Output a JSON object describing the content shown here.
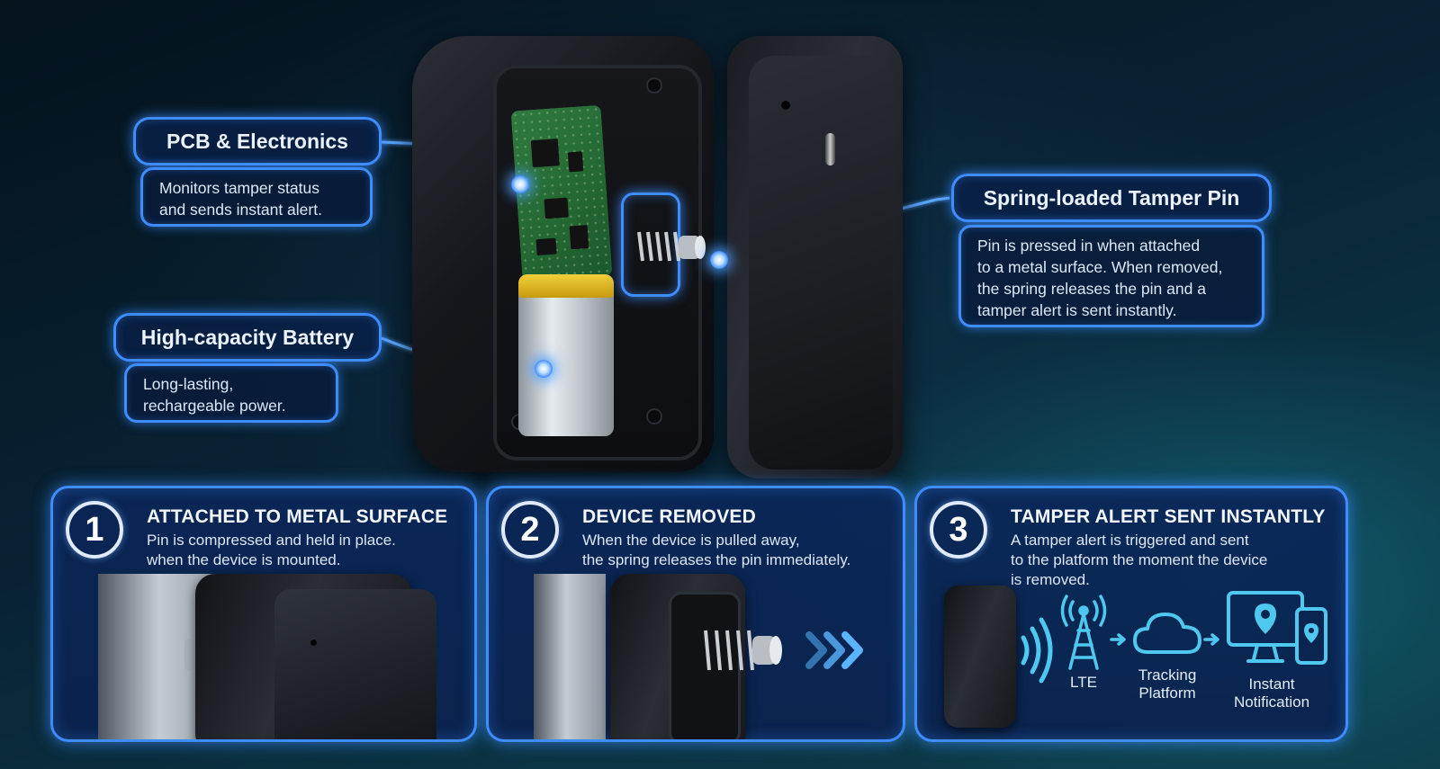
{
  "callouts": {
    "pcb": {
      "title": "PCB & Electronics",
      "description": [
        "Monitors tamper status",
        "and sends instant alert."
      ]
    },
    "battery": {
      "title": "High-capacity Battery",
      "description": [
        "Long-lasting,",
        "rechargeable power."
      ]
    },
    "tamper_pin": {
      "title": "Spring-loaded Tamper Pin",
      "description": [
        "Pin is pressed in when attached",
        "to a metal surface. When removed,",
        "the spring releases the pin and a",
        "tamper alert is sent instantly."
      ]
    }
  },
  "steps": [
    {
      "number": "1",
      "title": "ATTACHED TO METAL SURFACE",
      "description": [
        "Pin is compressed and held in place.",
        "when the device is mounted."
      ]
    },
    {
      "number": "2",
      "title": "DEVICE REMOVED",
      "description": [
        "When the device is pulled away,",
        "the spring releases the pin immediately."
      ]
    },
    {
      "number": "3",
      "title": "TAMPER ALERT SENT INSTANTLY",
      "description": [
        "A tamper alert is triggered and sent",
        "to the platform the moment the device",
        "is removed."
      ]
    }
  ],
  "alert_flow": [
    {
      "icon": "cell-tower-icon",
      "label": "LTE"
    },
    {
      "icon": "cloud-icon",
      "label": [
        "Tracking",
        "Platform"
      ]
    },
    {
      "icon": "monitor-phone-icon",
      "label": [
        "Instant",
        "Notification"
      ]
    }
  ],
  "colors": {
    "accent": "#3f8cff",
    "icon_cyan": "#4fc8f0",
    "pcb_green": "#2f7a3f",
    "battery_gold": "#f1cf3a"
  }
}
